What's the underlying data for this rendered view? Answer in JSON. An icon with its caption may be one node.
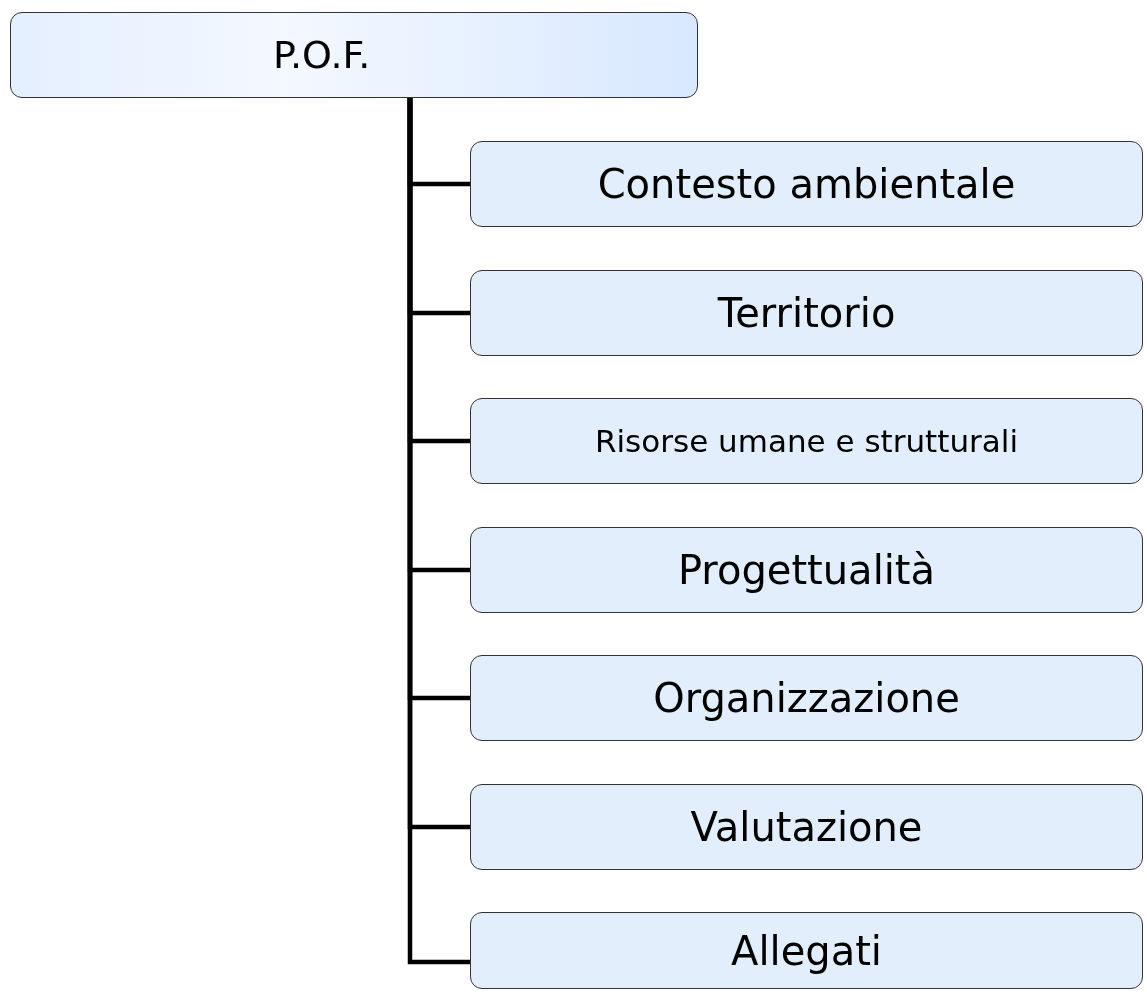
{
  "diagram": {
    "nodes": [
      {
        "text": [
          "P.O.F."
        ]
      },
      {
        "text": [
          "Contesto ambientale"
        ]
      },
      {
        "text": [
          "Territorio"
        ]
      },
      {
        "text": [
          "Risorse umane e strutturali"
        ]
      },
      {
        "text": [
          "Progettualità"
        ]
      },
      {
        "text": [
          "Organizzazione"
        ]
      },
      {
        "text": [
          "Valutazione"
        ]
      },
      {
        "text": [
          "Allegati"
        ]
      }
    ],
    "edges": [
      {
        "from": 0,
        "to": 1,
        "arrow": "none"
      },
      {
        "from": 0,
        "to": 2,
        "arrow": "none"
      },
      {
        "from": 0,
        "to": 3,
        "arrow": "none"
      },
      {
        "from": 0,
        "to": 4,
        "arrow": "none"
      },
      {
        "from": 0,
        "to": 5,
        "arrow": "none"
      },
      {
        "from": 0,
        "to": 6,
        "arrow": "none"
      },
      {
        "from": 0,
        "to": 7,
        "arrow": "none"
      }
    ]
  }
}
